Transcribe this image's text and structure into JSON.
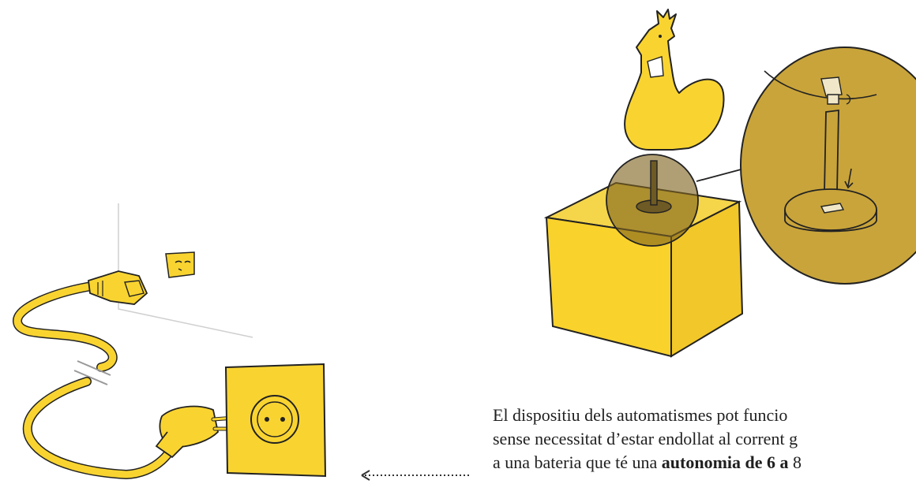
{
  "caption": {
    "line1": "El dispositiu dels automatismes pot funcio",
    "line2": "sense necessitat d’estar endollat al corrent g",
    "line3_prefix": "a una bateria que té una ",
    "line3_bold": "autonomia de 6 a",
    "line3_suffix": " 8"
  },
  "colors": {
    "yellow": "#f9d431",
    "ochre": "#c9a43a",
    "dark_ochre": "#8f7a3d",
    "ink": "#222222"
  },
  "icons": [
    "rooster-figure",
    "magnifier-detail",
    "power-plug-cable",
    "wall-socket",
    "arrow-left-dotted"
  ]
}
